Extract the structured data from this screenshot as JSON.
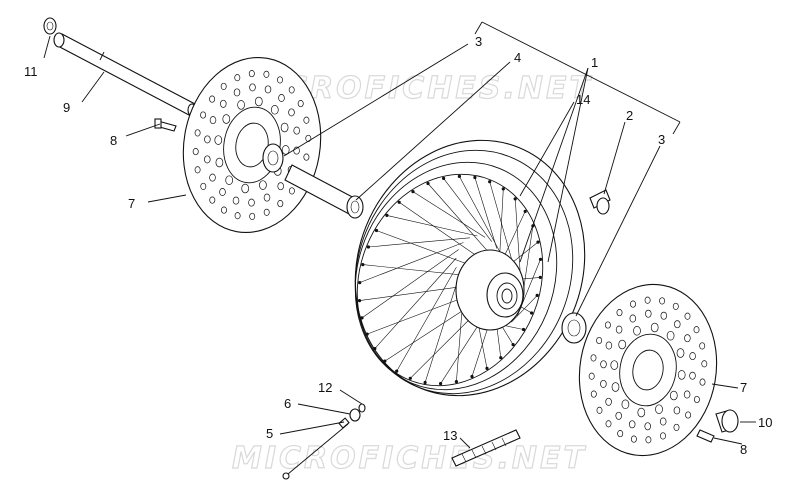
{
  "watermark": {
    "top": "MICROFICHES.NET",
    "bottom": "MICROFICHES.NET"
  },
  "callouts": {
    "c1": "1",
    "c2": "2",
    "c3a": "3",
    "c3b": "3",
    "c4": "4",
    "c5": "5",
    "c6": "6",
    "c7a": "7",
    "c7b": "7",
    "c8a": "8",
    "c8b": "8",
    "c9": "9",
    "c10": "10",
    "c11": "11",
    "c12": "12",
    "c13": "13",
    "c14": "14"
  }
}
